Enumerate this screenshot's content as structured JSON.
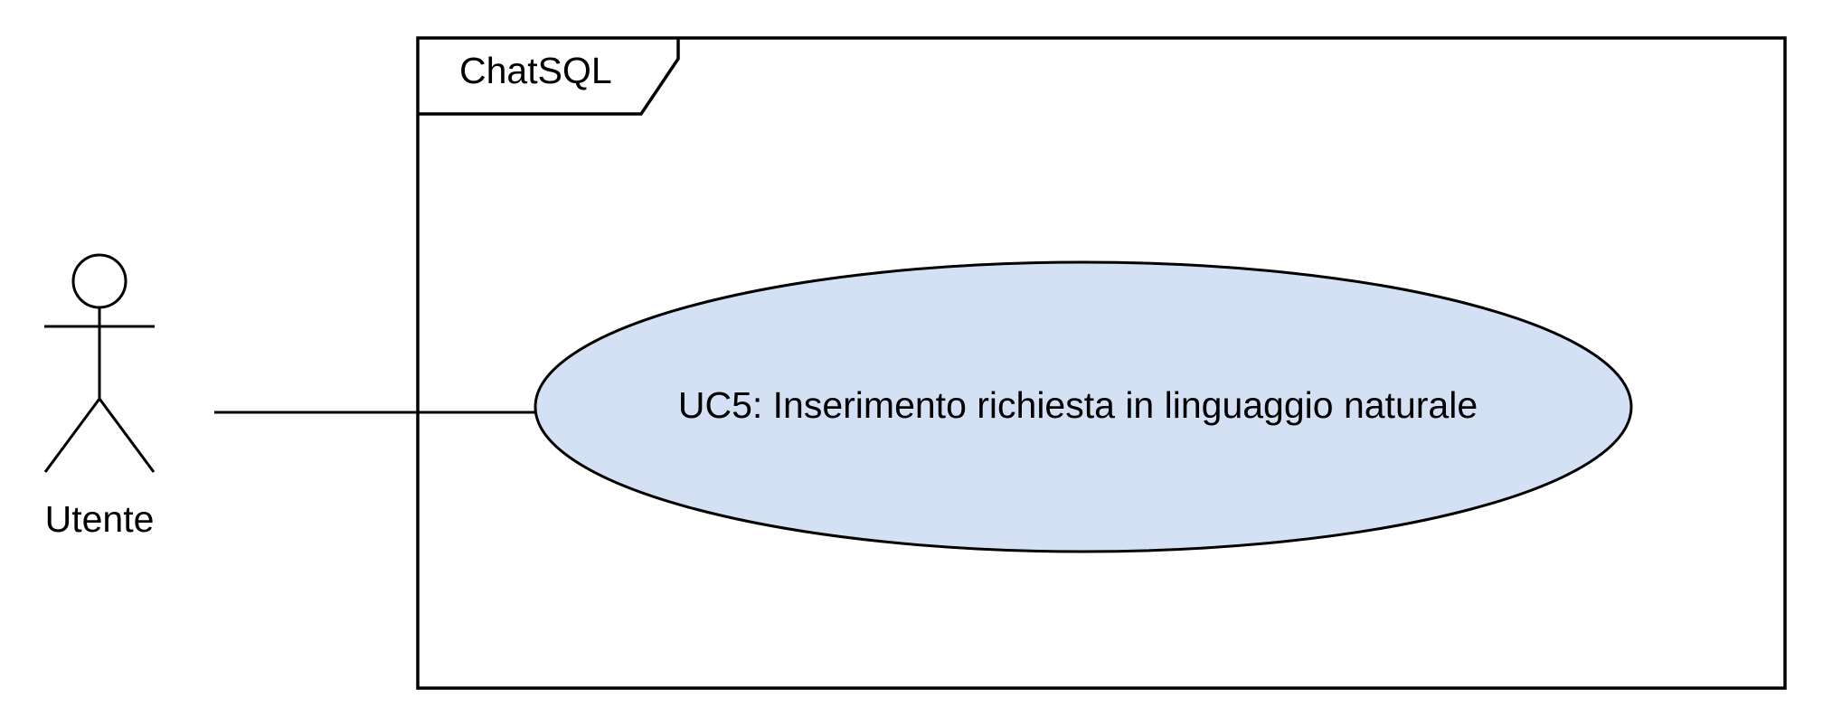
{
  "system": {
    "name": "ChatSQL"
  },
  "actor": {
    "label": "Utente"
  },
  "use_case": {
    "label": "UC5: Inserimento richiesta in linguaggio naturale"
  },
  "colors": {
    "stroke": "#000000",
    "use_case_fill": "#d4e1f5",
    "background": "#ffffff"
  }
}
